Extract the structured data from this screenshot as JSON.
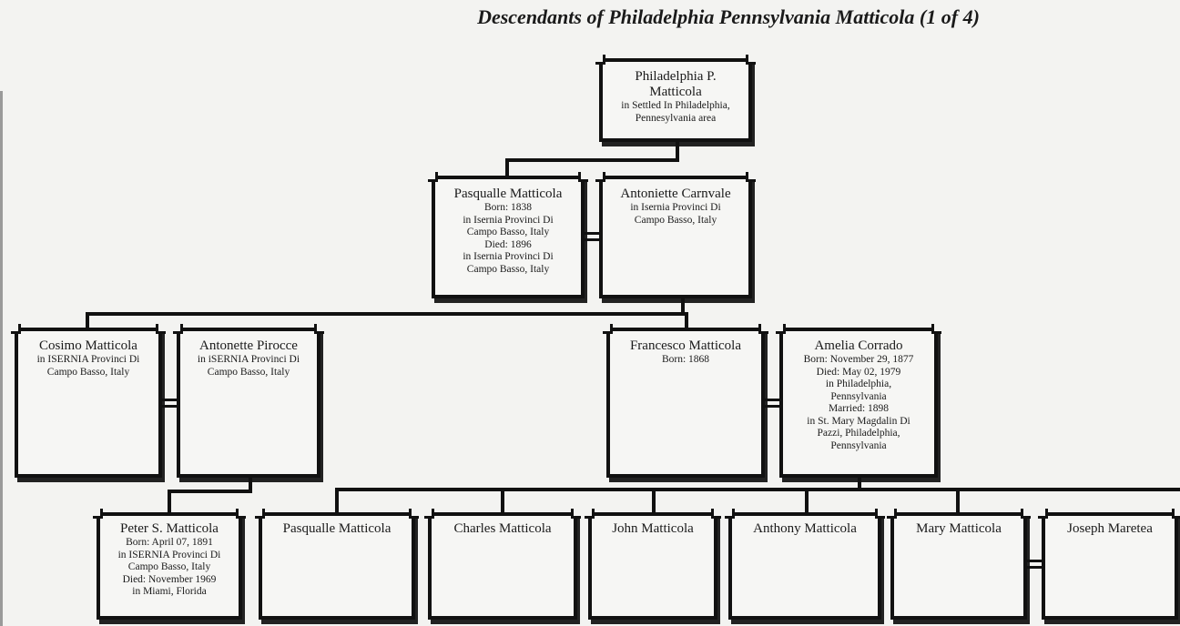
{
  "title": "Descendants of Philadelphia Pennsylvania Matticola (1 of 4)",
  "people": [
    {
      "id": "philadelphia",
      "name": "Philadelphia P. Matticola",
      "details": [
        "in Settled In Philadelphia,",
        "Pennesylvania area"
      ]
    },
    {
      "id": "pasqualle-sr",
      "name": "Pasqualle Matticola",
      "details": [
        "Born: 1838",
        "in Isernia Provinci Di",
        "Campo Basso, Italy",
        "Died: 1896",
        "in Isernia Provinci Di",
        "Campo Basso, Italy"
      ]
    },
    {
      "id": "antoniette",
      "name": "Antoniette Carnvale",
      "details": [
        "in Isernia Provinci Di",
        "Campo Basso, Italy"
      ]
    },
    {
      "id": "cosimo",
      "name": "Cosimo Matticola",
      "details": [
        "in ISERNIA Provinci Di",
        "Campo Basso, Italy"
      ]
    },
    {
      "id": "antonette",
      "name": "Antonette Pirocce",
      "details": [
        "in iSERNIA Provinci Di",
        "Campo Basso, Italy"
      ]
    },
    {
      "id": "francesco",
      "name": "Francesco Matticola",
      "details": [
        "Born: 1868"
      ]
    },
    {
      "id": "amelia",
      "name": "Amelia Corrado",
      "details": [
        "Born: November 29, 1877",
        "Died: May 02, 1979",
        "in Philadelphia,",
        "Pennsylvania",
        "Married: 1898",
        "in St. Mary Magdalin Di",
        "Pazzi, Philadelphia,",
        "Pennsylvania"
      ]
    },
    {
      "id": "peter",
      "name": "Peter S. Matticola",
      "details": [
        "Born: April 07, 1891",
        "in ISERNIA Provinci Di",
        "Campo Basso, Italy",
        "Died: November 1969",
        "in Miami, Florida"
      ]
    },
    {
      "id": "pasqualle-jr",
      "name": "Pasqualle Matticola",
      "details": []
    },
    {
      "id": "charles",
      "name": "Charles Matticola",
      "details": []
    },
    {
      "id": "john",
      "name": "John Matticola",
      "details": []
    },
    {
      "id": "anthony",
      "name": "Anthony Matticola",
      "details": []
    },
    {
      "id": "mary",
      "name": "Mary Matticola",
      "details": []
    },
    {
      "id": "joseph",
      "name": "Joseph Maretea",
      "details": []
    }
  ]
}
